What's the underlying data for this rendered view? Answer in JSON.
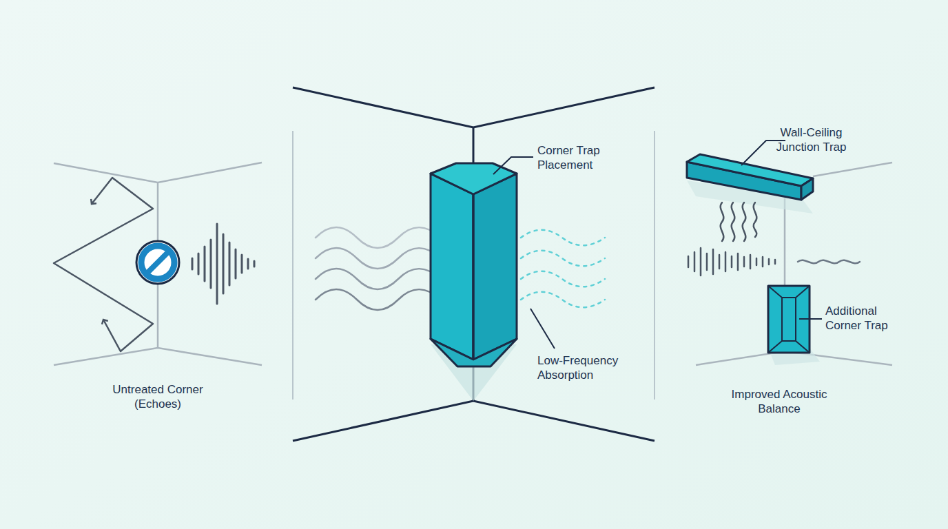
{
  "diagram": {
    "labels": [
      "Untreated Corner (Echoes)",
      "Corner Trap Placement",
      "Low-Frequency Absorption",
      "Wall-Ceiling Junction Trap",
      "Additional Corner Trap",
      "Improved Acoustic Balance"
    ]
  }
}
